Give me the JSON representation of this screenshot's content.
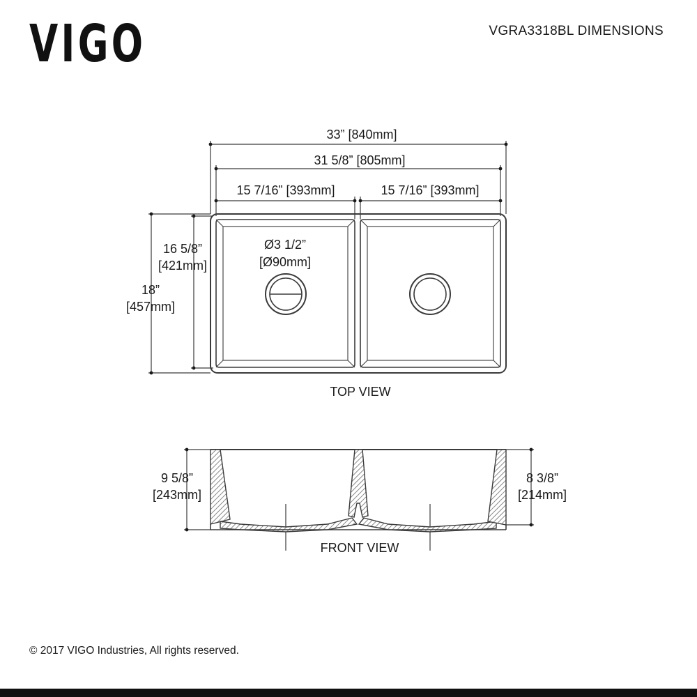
{
  "brand": {
    "logo_text": "VIGO"
  },
  "header": {
    "title": "VGRA3318BL DIMENSIONS"
  },
  "top_view": {
    "label": "TOP VIEW",
    "overall_width": "33” [840mm]",
    "inner_width": "31 5/8” [805mm]",
    "left_bowl_width": "15 7/16” [393mm]",
    "right_bowl_width": "15 7/16” [393mm]",
    "inner_depth_in": "16 5/8”",
    "inner_depth_mm": "[421mm]",
    "overall_depth_in": "18”",
    "overall_depth_mm": "[457mm]",
    "drain_in": "Ø3 1/2”",
    "drain_mm": "[Ø90mm]"
  },
  "front_view": {
    "label": "FRONT VIEW",
    "left_height_in": "9 5/8”",
    "left_height_mm": "[243mm]",
    "right_height_in": "8 3/8”",
    "right_height_mm": "[214mm]"
  },
  "footer": {
    "copyright": "© 2017 VIGO Industries, All rights reserved."
  },
  "colors": {
    "line": "#3a3a3a",
    "text": "#1a1a1a",
    "hatch": "#6b6b6b",
    "bar": "#111111"
  }
}
